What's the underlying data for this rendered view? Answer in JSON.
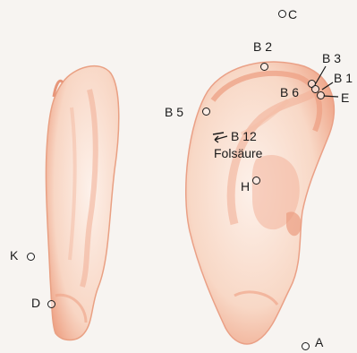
{
  "points": {
    "C": "C",
    "B2": "B 2",
    "B3": "B 3",
    "B1": "B 1",
    "B6": "B 6",
    "E": "E",
    "B5": "B 5",
    "B12": "B 12",
    "folsaeure": "Folsäure",
    "H": "H",
    "K": "K",
    "D": "D",
    "A": "A"
  },
  "colors": {
    "background": "#f7f4f1",
    "skin_light": "#fbe3d6",
    "skin_shadow": "#f0a88c",
    "ink": "#1a1a1a"
  }
}
